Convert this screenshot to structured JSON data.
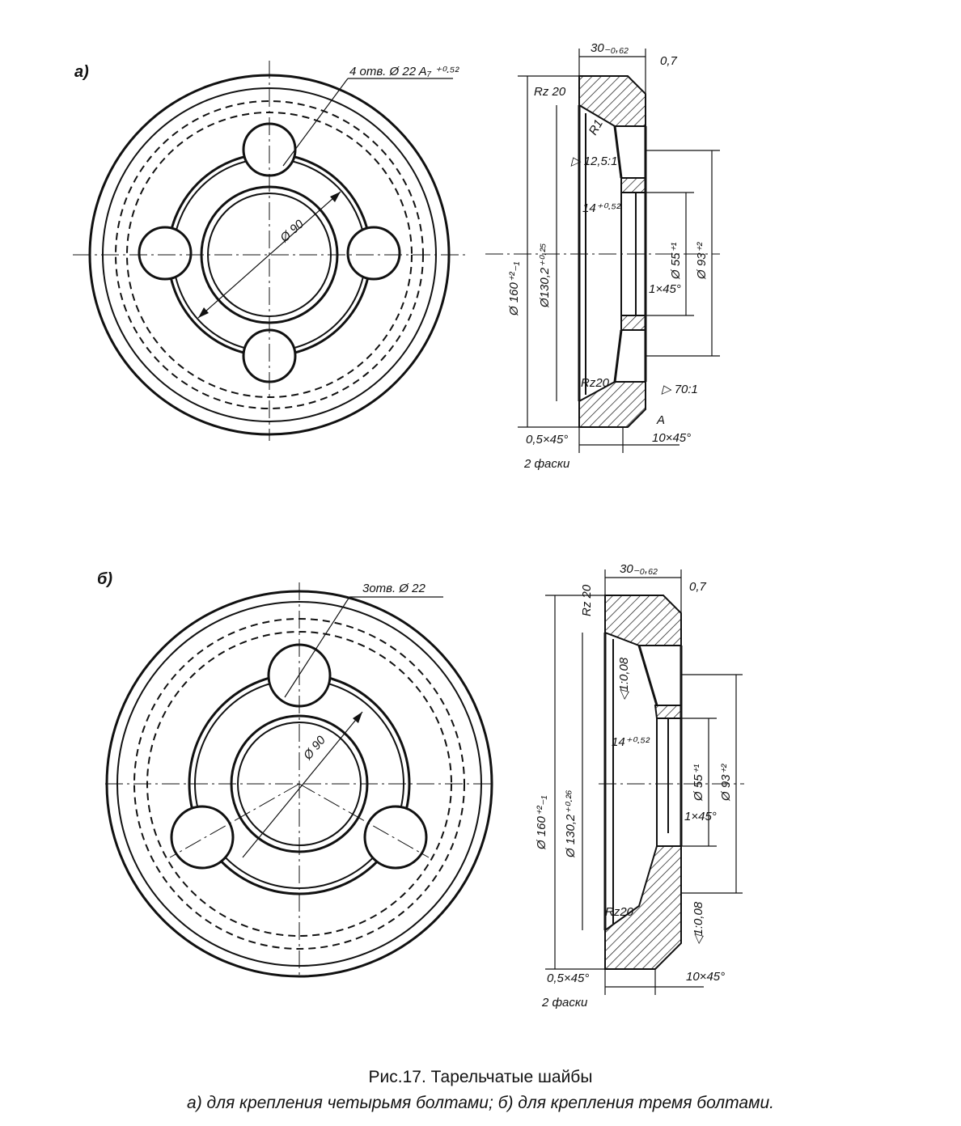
{
  "figure_a": {
    "label": "а)",
    "holes_note": "4 отв. Ø 22 A₇ ⁺⁰·⁵²",
    "bore": "Ø 90",
    "dims": {
      "thickness": "30₋₀,₆₂",
      "gap": "0,7",
      "rz_top": "Rz 20",
      "radius": "R1",
      "taper": "▷ 12,5:1",
      "depth": "14⁺⁰·⁵²",
      "outer_dia": "Ø 160⁺²₋₁",
      "pcd": "Ø130,2⁺⁰·²⁵",
      "inner_dia": "Ø 55⁺¹",
      "seat_dia": "Ø 93⁺²",
      "chamfer_inner": "1×45°",
      "rz_bottom": "Rz20",
      "taper_bottom": "▷ 70:1",
      "mark": "A",
      "chamfer_small": "0,5×45°",
      "chamfer_large": "10×45°",
      "chamfer_note": "2 фаски"
    }
  },
  "figure_b": {
    "label": "б)",
    "holes_note": "3отв. Ø 22",
    "bore": "Ø 90",
    "dims": {
      "thickness": "30₋₀,₆₂",
      "gap": "0,7",
      "rz_top": "Rz 20",
      "taper_top": "◁1:0,08",
      "depth": "14⁺⁰·⁵²",
      "outer_dia": "Ø 160⁺²₋₁",
      "pcd": "Ø 130,2⁺⁰·²⁶",
      "inner_dia": "Ø 55⁺¹",
      "seat_dia": "Ø 93⁺²",
      "chamfer_inner": "1×45°",
      "rz_bottom": "Rz20",
      "taper_bottom": "◁1:0,08",
      "chamfer_small": "0,5×45°",
      "chamfer_large": "10×45°",
      "chamfer_note": "2 фаски"
    }
  },
  "caption": {
    "line1": "Рис.17. Тарельчатые шайбы",
    "line2": "а)  для крепления четырьмя болтами; б)  для крепления тремя болтами."
  }
}
